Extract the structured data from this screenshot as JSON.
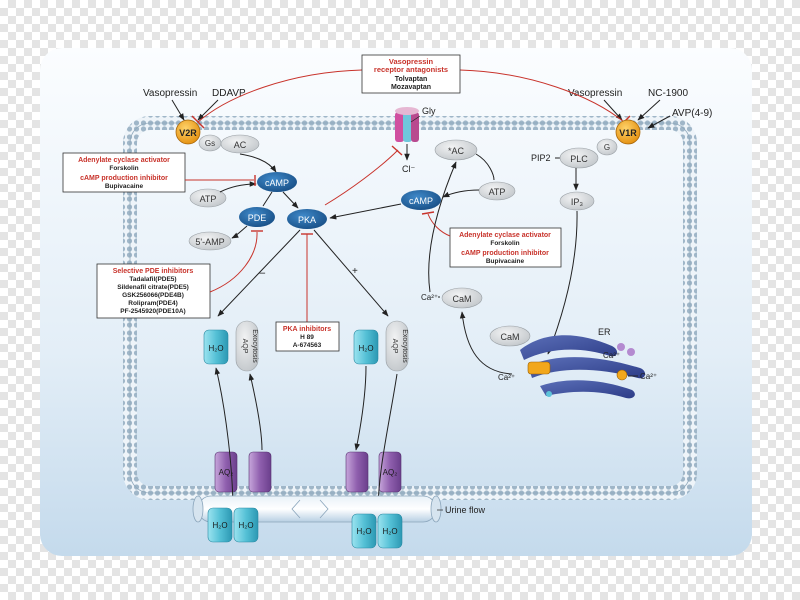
{
  "colors": {
    "panel_light": "#fafcfe",
    "panel_dark": "#c5dcef",
    "membrane": "#9fb6c8",
    "arrow": "#222222",
    "inhibit": "#c8332b",
    "blue_node": "#1f65a8",
    "grey_node": "#d6d9dc",
    "receptor": "#f2a71b",
    "water": "#5dc3d8",
    "aqp": "#8a5aa6"
  },
  "inputs": {
    "vasopressin_left": "Vasopressin",
    "ddavp": "DDAVP",
    "vasopressin_right": "Vasopressin",
    "nc1900": "NC-1900",
    "avp49": "AVP(4-9)"
  },
  "antagonist_box": {
    "title_line1": "Vasopressin",
    "title_line2": "receptor antagonists",
    "drugs": [
      "Tolvaptan",
      "Mozavaptan"
    ]
  },
  "receptors": {
    "v2r": "V2R",
    "v1r": "V1R"
  },
  "channel": {
    "gly": "Gly",
    "cl": "Cl⁻"
  },
  "nodes": {
    "gs": "Gs",
    "ac_left": "AC",
    "atp_left": "ATP",
    "camp_left": "cAMP",
    "pde": "PDE",
    "pka": "PKA",
    "amp5": "5'-AMP",
    "ac_right": "*AC",
    "atp_right": "ATP",
    "camp_right": "cAMP",
    "pip2": "PIP2",
    "plc": "PLC",
    "g": "G",
    "ip3": "IP₃",
    "ca_free": "Ca²⁺",
    "cam_upper": "CaM",
    "cam_lower": "CaM",
    "er": "ER",
    "ca_er1": "Ca²⁺",
    "ca_er2": "Ca²⁺",
    "ca_er3": "Ca²⁺"
  },
  "ac_box_left": {
    "activator_title": "Adenylate cyclase activator",
    "activator_drug": "Forskolin",
    "inhibitor_title": "cAMP production inhibitor",
    "inhibitor_drug": "Bupivacaine"
  },
  "ac_box_right": {
    "activator_title": "Adenylate cyclase activator",
    "activator_drug": "Forskolin",
    "inhibitor_title": "cAMP production inhibitor",
    "inhibitor_drug": "Bupivacaine"
  },
  "pde_box": {
    "title": "Selective PDE inhibitors",
    "drugs": [
      "Tadalafil(PDE5)",
      "Sildenafil citrate(PDE5)",
      "GSK256066(PDE4B)",
      "Rolipram(PDE4)",
      "PF-2545920(PDE10A)"
    ]
  },
  "pka_box": {
    "title": "PKA inhibitors",
    "drugs": [
      "H 89",
      "A-674563"
    ]
  },
  "signs": {
    "minus": "–",
    "plus": "+"
  },
  "vesicles": {
    "water": "H₂O",
    "label_aqp": "AQP",
    "label_exo": "Exocytosis",
    "label_aqp_r": "AQP",
    "label_exo_r": "Exocytosis"
  },
  "basolateral": {
    "aq2_left": "AQ₂",
    "aq2_right": "AQ₂"
  },
  "tube": {
    "urine_flow": "Urine flow",
    "h2o_labels": [
      "H₂O",
      "H₂O",
      "H₂O",
      "H₂O"
    ]
  }
}
